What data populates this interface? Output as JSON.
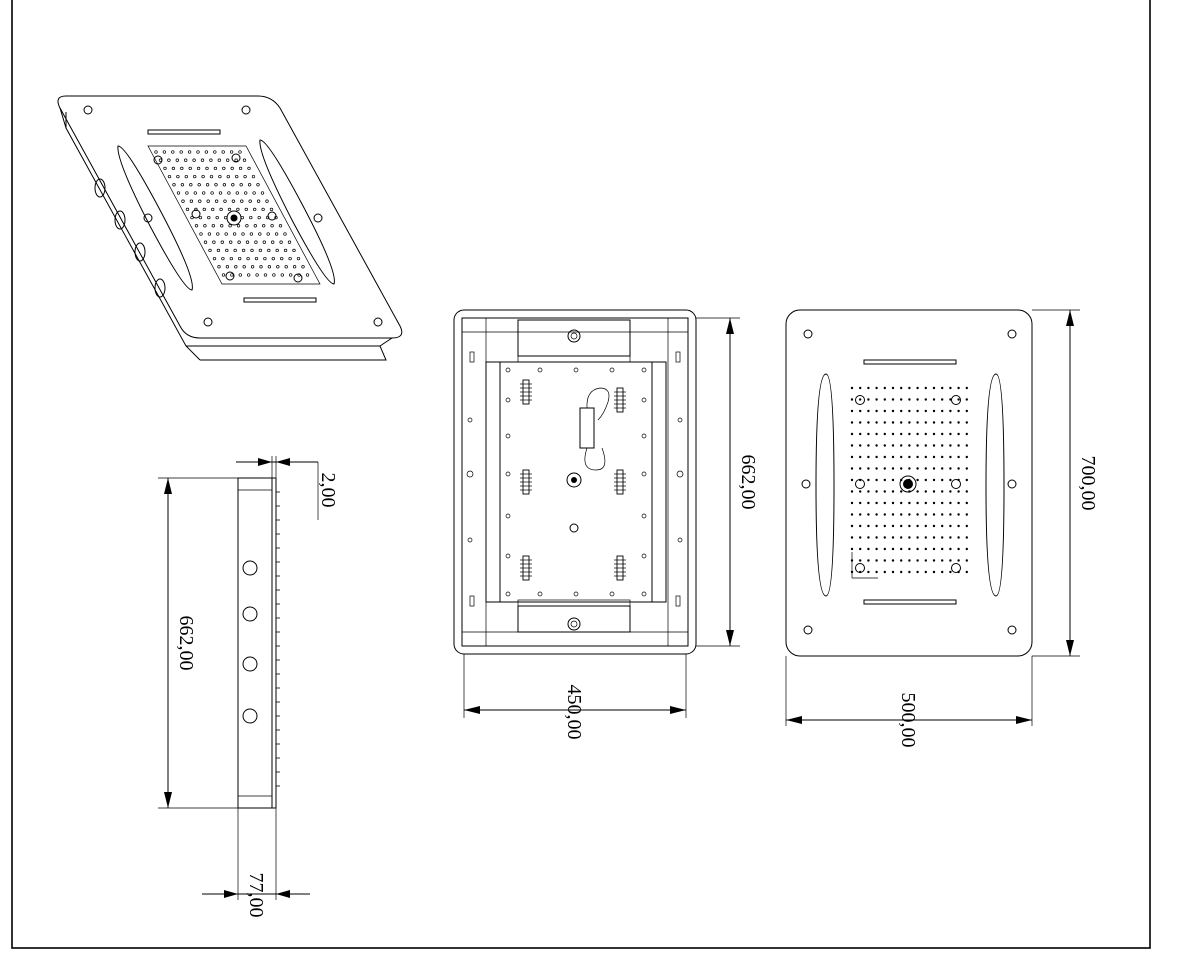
{
  "drawing": {
    "line_color": "#000000",
    "background": "#ffffff",
    "dimensions": {
      "side_thickness_top": "2,00",
      "side_height": "662,00",
      "side_depth": "77,00",
      "back_height": "662,00",
      "back_width": "450,00",
      "front_height": "700,00",
      "front_width": "500,00"
    }
  }
}
